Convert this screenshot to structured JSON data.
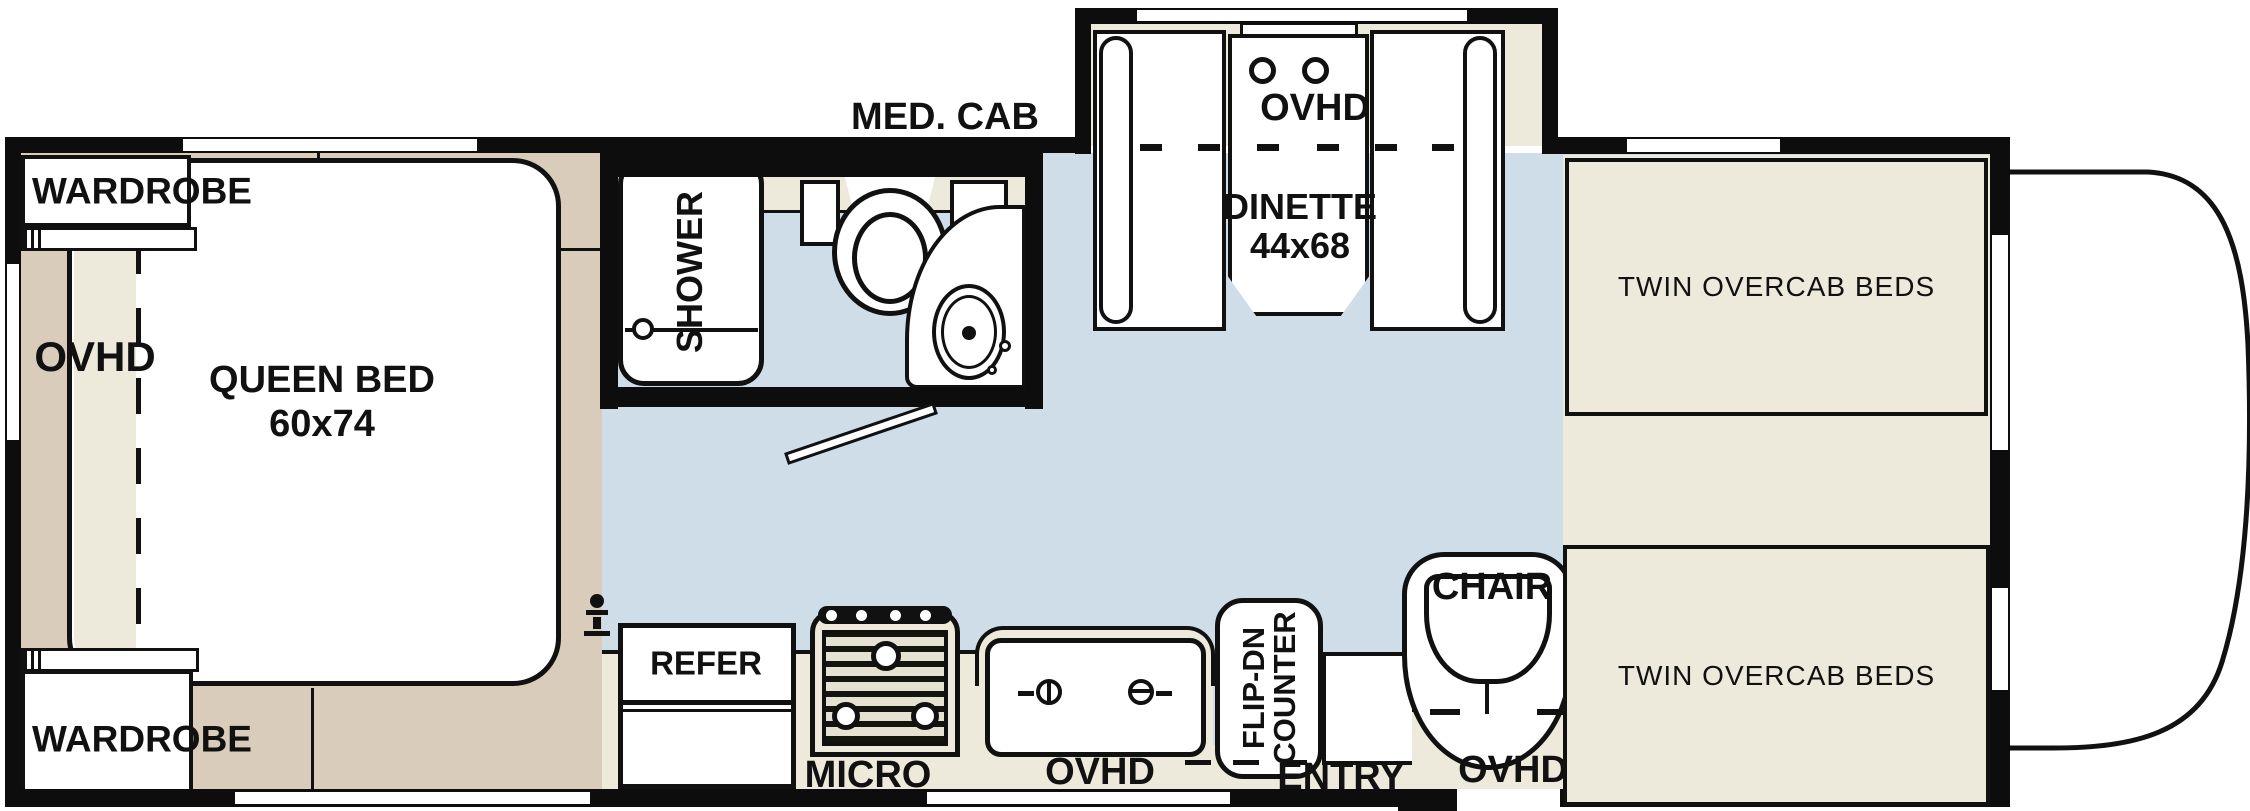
{
  "colors": {
    "wall": "#0d0d0d",
    "floor_tan": "#d9ccba",
    "floor_blue": "#cedde7",
    "cabinet_cream": "#edeadb",
    "line": "#111111",
    "fixture_white": "#ffffff"
  },
  "bedroom": {
    "wardrobe_top": "WARDROBE",
    "wardrobe_bottom": "WARDROBE",
    "ovhd": "OVHD",
    "bed_line1": "QUEEN BED",
    "bed_line2": "60x74"
  },
  "bathroom": {
    "shower": "SHOWER",
    "med_cab": "MED. CAB"
  },
  "dinette": {
    "ovhd": "OVHD",
    "line1": "DINETTE",
    "line2": "44x68"
  },
  "kitchen": {
    "refer": "REFER",
    "micro": "MICRO",
    "ovhd": "OVHD",
    "flip_line1": "FLIP-DN",
    "flip_line2": "COUNTER"
  },
  "entry": {
    "label": "ENTRY"
  },
  "chair": {
    "label": "CHAIR",
    "ovhd": "OVHD"
  },
  "overcab": {
    "top_label": "TWIN OVERCAB BEDS",
    "bottom_label": "TWIN OVERCAB BEDS"
  }
}
